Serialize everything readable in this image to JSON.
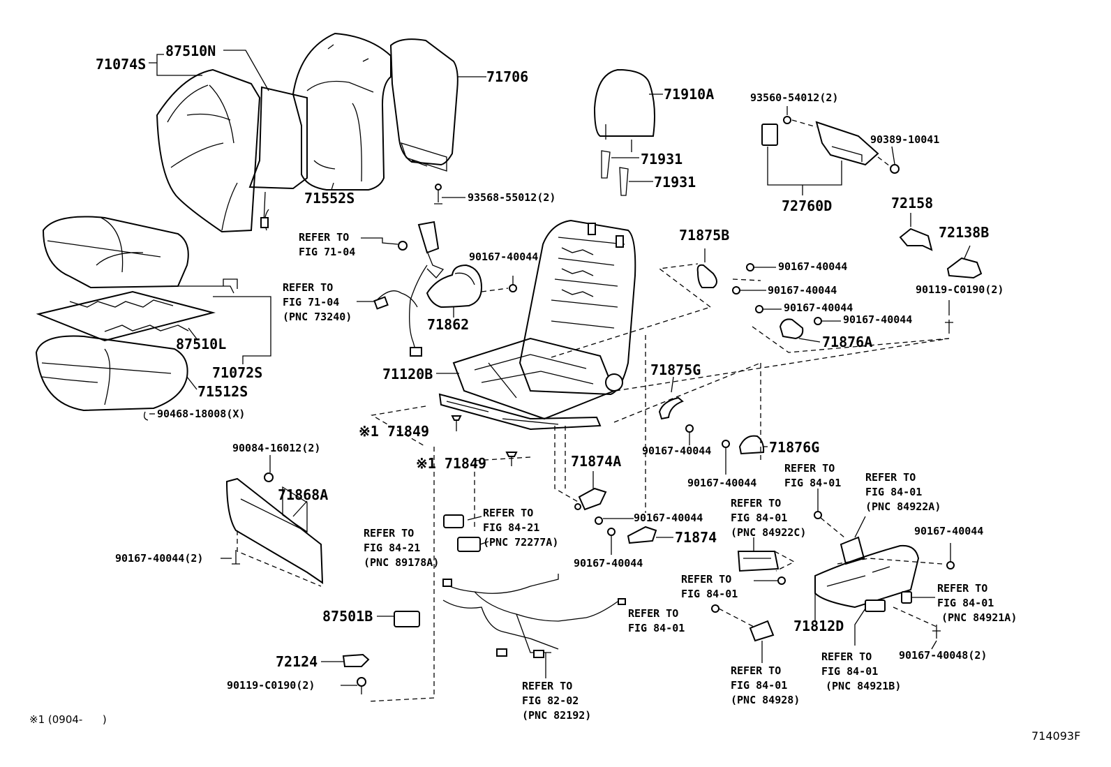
{
  "diagram": {
    "drawing_number": "714093F",
    "footnote": "※1 (0904-      )",
    "labels": {
      "p71074S": "71074S",
      "p87510N": "87510N",
      "p71706": "71706",
      "p71552S": "71552S",
      "p93568": "93568-55012(2)",
      "p71910A": "71910A",
      "p71931a": "71931",
      "p71931b": "71931",
      "p93560": "93560-54012(2)",
      "p90389": "90389-10041",
      "p72760D": "72760D",
      "p72158": "72158",
      "p72138B": "72138B",
      "p90119a": "90119-C0190(2)",
      "refA1": "REFER TO",
      "refA2": "FIG 71-04",
      "refB1": "REFER TO",
      "refB2": "FIG 71-04",
      "refB3": "(PNC 73240)",
      "p90167a": "90167-40044",
      "p71862": "71862",
      "p71875B": "71875B",
      "p90167b": "90167-40044",
      "p90167c": "90167-40044",
      "p90167d": "90167-40044",
      "p90167e": "90167-40044",
      "p71876A": "71876A",
      "p87510L": "87510L",
      "p71072S": "71072S",
      "p71512S": "71512S",
      "p90468": "90468-18008(X)",
      "p71120B": "71120B",
      "p71875G": "71875G",
      "p71849a": "※1 71849",
      "p71849b": "※1 71849",
      "p90167f": "90167-40044",
      "p71876G": "71876G",
      "p90167g": "90167-40044",
      "p90084": "90084-16012(2)",
      "p71868A": "71868A",
      "p71874A": "71874A",
      "refC1": "REFER TO",
      "refC2": "FIG 84-01",
      "refD1": "REFER TO",
      "refD2": "FIG 84-01",
      "refD3": "(PNC 84922A)",
      "refE1": "REFER TO",
      "refE2": "FIG 84-21",
      "refE3": "(PNC 72277A)",
      "refF1": "REFER TO",
      "refF2": "FIG 84-21",
      "refF3": "(PNC 89178A)",
      "p90167h": "90167-40044",
      "p71874": "71874",
      "p90167i": "90167-40044",
      "refG1": "REFER TO",
      "refG2": "FIG 84-01",
      "refG3": "(PNC 84922C)",
      "p90167j": "90167-40044",
      "p90167k": "90167-40044(2)",
      "refH1": "REFER TO",
      "refH2": "FIG 84-01",
      "refI1": "REFER TO",
      "refI2": "FIG 84-01",
      "refI3": "(PNC 84921A)",
      "p87501B": "87501B",
      "refJ1": "REFER TO",
      "refJ2": "FIG 84-01",
      "p71812D": "71812D",
      "p72124": "72124",
      "p90119b": "90119-C0190(2)",
      "refK1": "REFER TO",
      "refK2": "FIG 82-02",
      "refK3": "(PNC 82192)",
      "refL1": "REFER TO",
      "refL2": "FIG 84-01",
      "refL3": "(PNC 84928)",
      "refM1": "REFER TO",
      "refM2": "FIG 84-01",
      "refM3": "(PNC 84921B)",
      "p90167l": "90167-40048(2)"
    }
  }
}
